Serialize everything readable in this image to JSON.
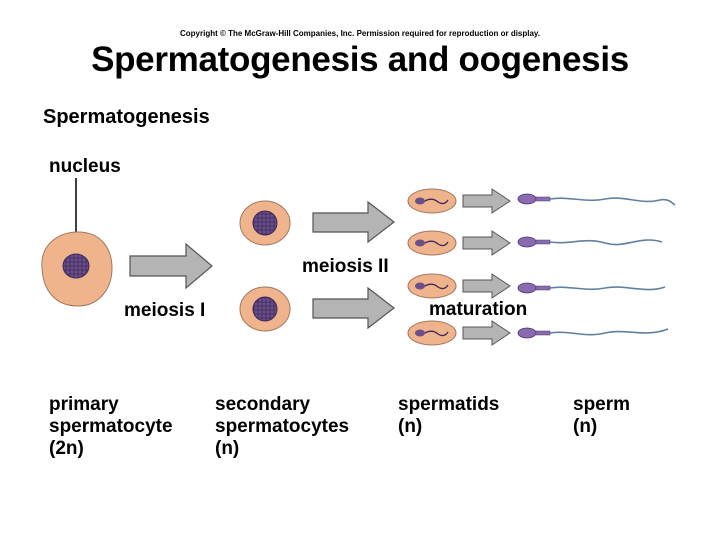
{
  "copyright": "Copyright © The McGraw-Hill Companies, Inc. Permission required for reproduction or display.",
  "title": "Spermatogenesis and oogenesis",
  "section_heading": "Spermatogenesis",
  "labels": {
    "nucleus": "nucleus",
    "meiosis_1": "meiosis I",
    "meiosis_2": "meiosis II",
    "maturation": "maturation"
  },
  "stages": [
    {
      "line1": "primary",
      "line2": "spermatocyte",
      "line3": "(2n)"
    },
    {
      "line1": "secondary",
      "line2": "spermatocytes",
      "line3": "(n)"
    },
    {
      "line1": "spermatids",
      "line2": "(n)"
    },
    {
      "line1": "sperm",
      "line2": "(n)"
    }
  ],
  "colors": {
    "cell_fill": "#f0b48c",
    "cell_stroke": "#a07860",
    "nucleus_fill": "#6a4f8a",
    "arrow_fill": "#b4b4b4",
    "arrow_stroke": "#555555",
    "sperm_head": "#8a6ab0",
    "tail": "#6080a0"
  }
}
